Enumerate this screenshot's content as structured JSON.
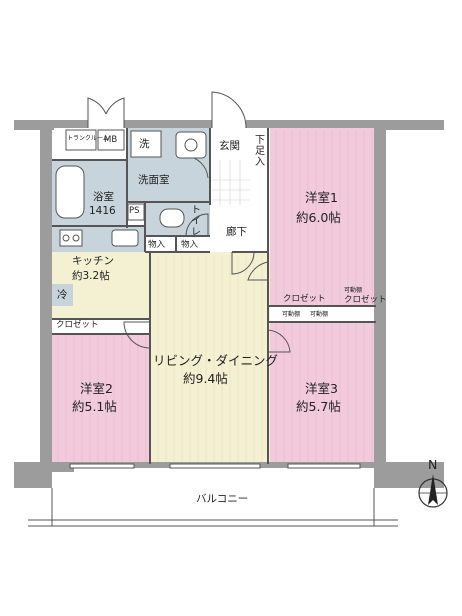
{
  "rooms": {
    "western1": {
      "name": "洋室1",
      "size": "約6.0帖",
      "color": "#f1cbdc"
    },
    "western2": {
      "name": "洋室2",
      "size": "約5.1帖",
      "color": "#f1cbdc"
    },
    "western3": {
      "name": "洋室3",
      "size": "約5.7帖",
      "color": "#f1cbdc"
    },
    "living": {
      "name": "リビング・ダイニング",
      "size": "約9.4帖",
      "color": "#f4f0d2"
    },
    "kitchen": {
      "name": "キッチン",
      "size": "約3.2帖",
      "color": "#f4f0d2"
    },
    "bath": {
      "name": "浴室",
      "size": "1416",
      "color": "#c7d4dc"
    },
    "washroom": {
      "name": "洗面室"
    },
    "toilet": {
      "name": "トイレ"
    },
    "entrance": {
      "name": "玄関"
    },
    "corridor": {
      "name": "廊下"
    }
  },
  "labels": {
    "trunk_room": "トランクルーム",
    "mb": "MB",
    "ps": "PS",
    "shoe_cabinet": "下足入",
    "storage_left": "物入",
    "storage_right": "物入",
    "fridge": "冷",
    "closet_2": "クロゼット",
    "closet_1": "クロゼット",
    "closet_3": "クロゼット",
    "movable_a": "可動棚",
    "movable_b": "可動棚",
    "movable_c": "可動棚",
    "washer": "洗",
    "balcony": "バルコニー",
    "north": "N"
  },
  "colors": {
    "wall": "#9c9c9c",
    "wet_area": "#c7d4dc",
    "hall": "#ffffff"
  }
}
